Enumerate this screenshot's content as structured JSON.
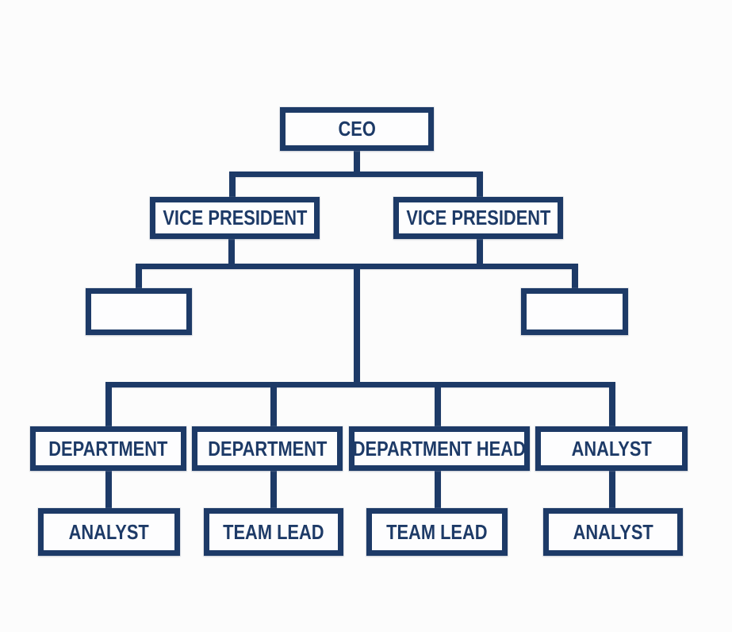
{
  "diagram": {
    "type": "org-chart",
    "background_color": "#fcfcfc",
    "line_color": "#1d3a67",
    "box_fill_color": "#fdfdfe",
    "nodes": {
      "ceo": "CEO",
      "vp_left": "VICE PRESIDENT",
      "vp_right": "VICE PRESIDENT",
      "unlabeled_left": "",
      "unlabeled_right": "",
      "department_1": "DEPARTMENT",
      "department_2": "DEPARTMENT",
      "department_head": "DEPARTMENT HEAD",
      "analyst_mid": "ANALYST",
      "analyst_bottom_left": "ANALYST",
      "team_lead_1": "TEAM LEAD",
      "team_lead_2": "TEAM LEAD",
      "analyst_bottom_right": "ANALYST"
    },
    "edges": [
      "ceo -> vp_left",
      "ceo -> vp_right",
      "vp_left -> unlabeled_left",
      "vp_right -> unlabeled_right",
      "vp_bus -> department_1",
      "vp_bus -> department_2",
      "vp_bus -> department_head",
      "vp_bus -> analyst_mid",
      "department_1 -> analyst_bottom_left",
      "department_2 -> team_lead_1",
      "department_head -> team_lead_2",
      "analyst_mid -> analyst_bottom_right"
    ]
  }
}
